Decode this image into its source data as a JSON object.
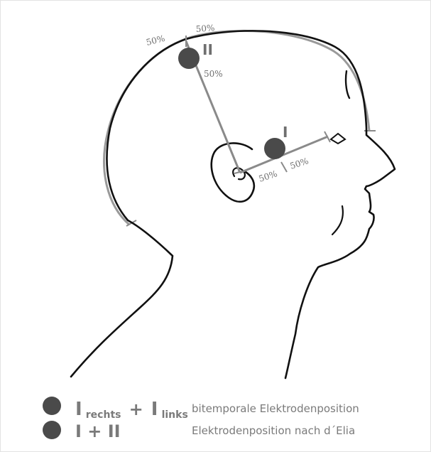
{
  "labels": {
    "electrode_1": "I",
    "electrode_2": "II",
    "pct": "50%"
  },
  "legend": {
    "row1": {
      "symbol_main": "I",
      "sub_right": "rechts",
      "plus": "+",
      "sub_left": "links",
      "description": "bitemporale Elektrodenposition"
    },
    "row2": {
      "symbol": "I + II",
      "description": "Elektrodenposition nach d´Elia"
    }
  },
  "colors": {
    "outline": "#111111",
    "measure_arc": "#9a9a9a",
    "measure_line": "#8a8a8a",
    "electrode": "#4a4a4a",
    "label": "#6f6f6f"
  }
}
